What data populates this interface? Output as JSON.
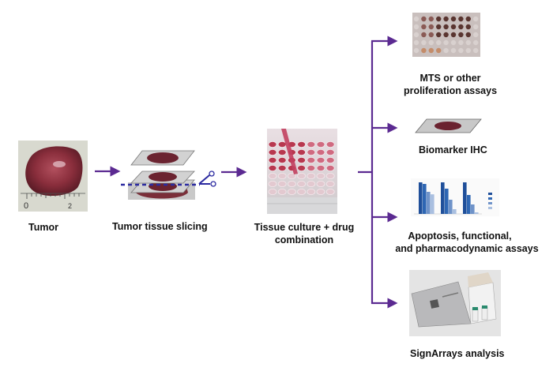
{
  "colors": {
    "arrow": "#5b2a91",
    "tissue": "#6b2330",
    "slide": "#c8c8c8"
  },
  "steps": [
    {
      "id": "tumor",
      "label": "Tumor",
      "image": "tumor-photo"
    },
    {
      "id": "slicing",
      "label": "Tumor tissue slicing",
      "image": "tissue-slicing-illustration"
    },
    {
      "id": "culture",
      "label_line1": "Tissue culture + drug",
      "label_line2": "combination",
      "image": "well-plate-pipette-photo"
    }
  ],
  "outputs": [
    {
      "id": "mts",
      "label_line1": "MTS or other",
      "label_line2": "proliferation assays",
      "image": "well-plate-photo"
    },
    {
      "id": "ihc",
      "label": "Biomarker IHC",
      "image": "tissue-slide-illustration"
    },
    {
      "id": "apoptosis",
      "label_line1": "Apoptosis, functional,",
      "label_line2": "and pharmacodynamic assays",
      "image": "bar-chart-thumbnail"
    },
    {
      "id": "signarrays",
      "label": "SignArrays analysis",
      "image": "kit-box-photo"
    }
  ]
}
